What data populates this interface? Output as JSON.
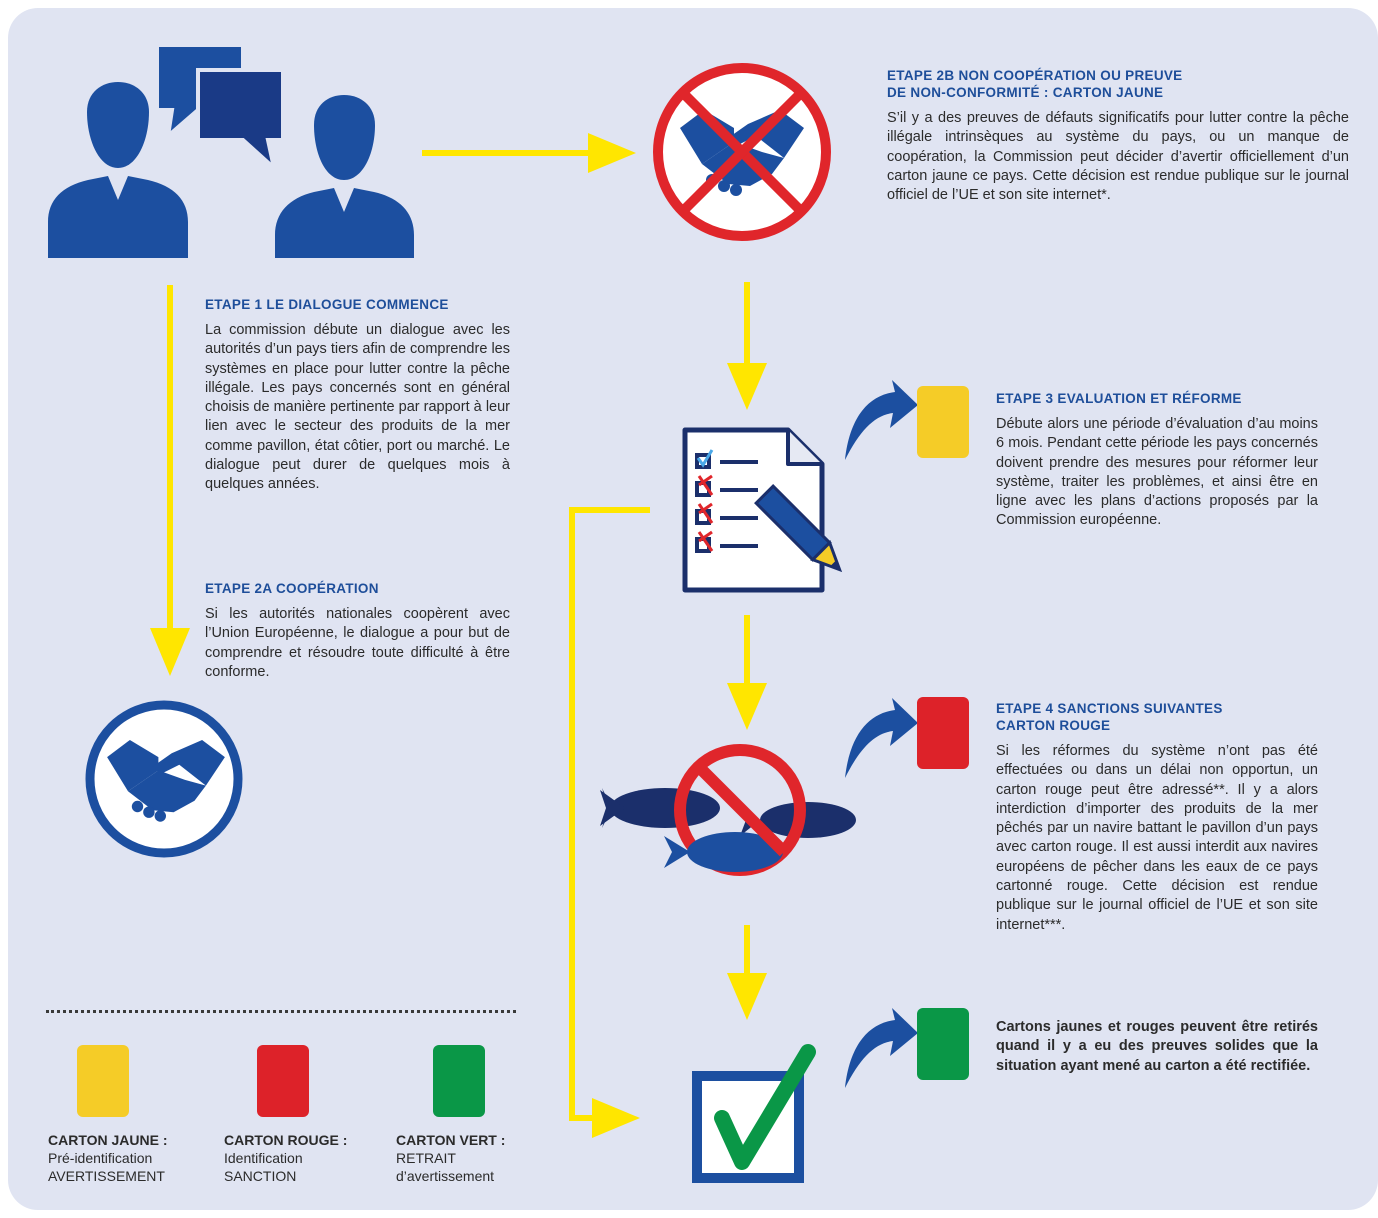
{
  "colors": {
    "background": "#e0e4f2",
    "heading_blue": "#1e4e9a",
    "icon_blue": "#1c4fa0",
    "navy": "#1b2f6b",
    "arrow_yellow": "#ffe600",
    "prohibition_red": "#e0262b",
    "card_yellow": "#f5cc27",
    "card_red": "#dd2229",
    "card_green": "#0a9747",
    "check_green": "#0a9747"
  },
  "icons": {
    "dialogue": "two-people-speech-bubbles-icon",
    "no_cooperation": "handshake-prohibited-icon",
    "cooperation": "handshake-circle-icon",
    "evaluation": "checklist-document-pencil-icon",
    "sanctions": "fish-prohibited-icon",
    "withdrawal": "green-checkmark-box-icon",
    "curved_arrow": "curved-arrow-icon"
  },
  "steps": {
    "step1": {
      "heading": "ETAPE 1 LE DIALOGUE COMMENCE",
      "text": "La commission débute un dialogue avec les autorités d’un pays tiers afin de comprendre les systèmes en place pour lutter contre la pêche illégale. Les pays concernés sont en général choisis de manière pertinente par rapport à leur lien avec le secteur des produits de la mer comme pavillon, état côtier, port ou marché. Le dialogue peut durer de quelques mois à quelques années."
    },
    "step2a": {
      "heading": "ETAPE 2A COOPÉRATION",
      "text": "Si les autorités nationales coopèrent avec l’Union Européenne, le dialogue a pour but de comprendre et résoudre toute difficulté à être conforme."
    },
    "step2b": {
      "heading_line1": "ETAPE 2B NON COOPÉRATION OU PREUVE",
      "heading_line2": "DE NON-CONFORMITÉ : CARTON JAUNE",
      "text": "S’il y a des preuves de défauts significatifs pour lutter contre la pêche illégale intrinsèques au système du pays, ou un manque de coopération, la Commission peut décider d’avertir officiellement d’un carton jaune ce pays. Cette décision est rendue publique sur le journal officiel de l’UE et son site internet*."
    },
    "step3": {
      "heading": "ETAPE 3 EVALUATION ET RÉFORME",
      "text": "Débute alors une période d’évaluation d’au moins 6 mois. Pendant cette période les pays concernés doivent prendre des mesures pour réformer leur système, traiter les problèmes, et ainsi être en ligne avec les plans d’actions proposés par la Commission européenne."
    },
    "step4": {
      "heading_line1": "ETAPE 4 SANCTIONS SUIVANTES",
      "heading_line2": "CARTON ROUGE",
      "text": "Si les réformes du système n’ont pas été effectuées ou dans un délai non opportun, un carton rouge peut être adressé**. Il y a alors interdiction d’importer des produits de la mer pêchés par un navire battant le pavillon d’un pays avec carton rouge. Il est aussi interdit aux navires européens de pêcher dans les eaux de ce pays cartonné rouge. Cette décision est rendue publique sur le journal officiel de l’UE et son site internet***."
    },
    "withdrawal": {
      "text": "Cartons jaunes et rouges peuvent être retirés quand il y a eu des preuves solides que la situation ayant mené au carton a été rectifiée."
    }
  },
  "legend": [
    {
      "title": "CARTON JAUNE :",
      "line1": "Pré-identification",
      "line2": "AVERTISSEMENT",
      "color": "#f5cc27"
    },
    {
      "title": "CARTON ROUGE :",
      "line1": "Identification",
      "line2": "SANCTION",
      "color": "#dd2229"
    },
    {
      "title": "CARTON VERT :",
      "line1": "RETRAIT",
      "line2": "d’avertissement",
      "color": "#0a9747"
    }
  ]
}
